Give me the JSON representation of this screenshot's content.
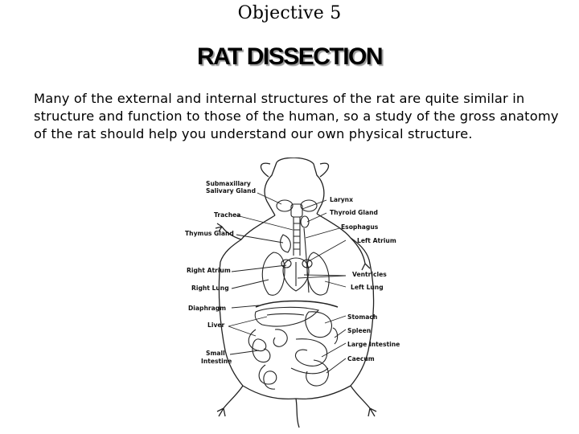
{
  "slide": {
    "objective": "Objective 5",
    "title": "RAT DISSECTION",
    "intro": "Many of the external and internal structures of the rat are quite similar in structure and function to those of the human, so a study of the gross anatomy of the rat should help you understand our own physical structure."
  },
  "diagram": {
    "labels_left": {
      "submaxillary_1": "Submaxillary",
      "submaxillary_2": "Salivary Gland",
      "trachea": "Trachea",
      "thymus": "Thymus Gland",
      "right_atrium": "Right Atrium",
      "right_lung": "Right Lung",
      "diaphragm": "Diaphragm",
      "liver": "Liver",
      "small_intestine_1": "Small",
      "small_intestine_2": "Intestine"
    },
    "labels_right": {
      "larynx": "Larynx",
      "thyroid": "Thyroid Gland",
      "esophagus": "Esophagus",
      "left_atrium": "Left Atrium",
      "ventricles": "Ventricles",
      "left_lung": "Left Lung",
      "stomach": "Stomach",
      "spleen": "Spleen",
      "large_intestine": "Large Intestine",
      "caecum": "Caecum"
    }
  }
}
